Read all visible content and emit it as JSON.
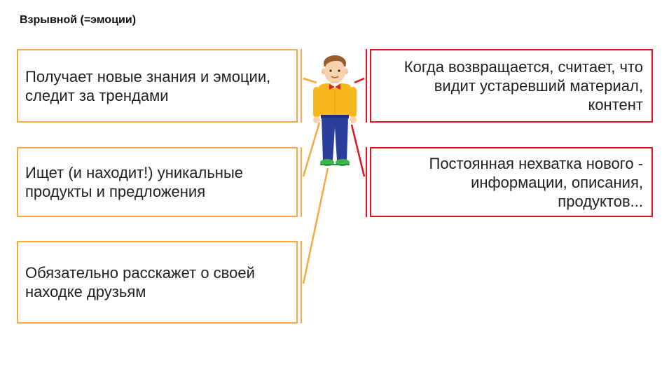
{
  "title": "Взрывной (=эмоции)",
  "left_boxes": [
    {
      "lines": [
        "Получает новые знания и эмоции,",
        "следит за трендами"
      ]
    },
    {
      "lines": [
        "Ищет (и находит!) уникальные",
        "продукты и предложения"
      ]
    },
    {
      "lines": [
        "Обязательно расскажет о своей",
        "находке друзьям"
      ]
    }
  ],
  "right_boxes": [
    {
      "lines": [
        "Когда возвращается, считает, что",
        "видит устаревший материал,",
        "контент"
      ]
    },
    {
      "lines": [
        "Постоянная нехватка нового -",
        "информации, описания,",
        "продуктов..."
      ]
    }
  ],
  "colors": {
    "positive": "#f5a844",
    "negative": "#e0141e",
    "shirt": "#f6b81c",
    "pants": "#2a3f9c",
    "shoes": "#3bb54a",
    "bowtie": "#d8232a"
  },
  "icons": {
    "figure": "person-icon"
  }
}
